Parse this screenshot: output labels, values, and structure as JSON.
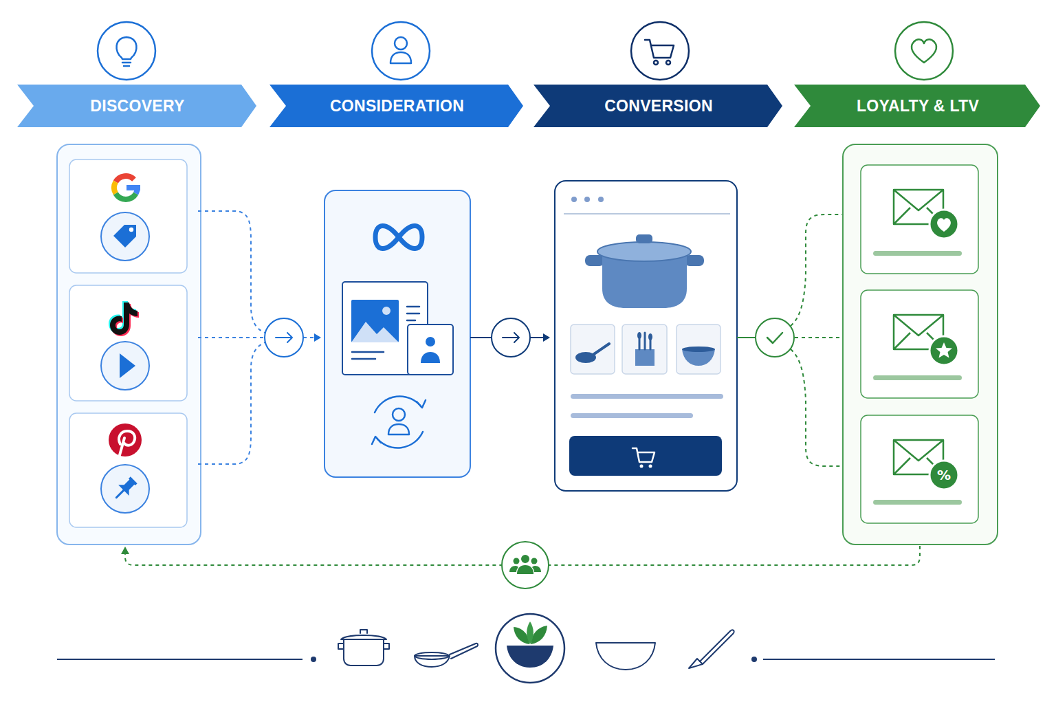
{
  "diagram": {
    "nodes": [
      {
        "text": [
          "DISCOVERY"
        ]
      },
      {
        "text": [
          "CONSIDERATION"
        ]
      },
      {
        "text": [
          "CONVERSION"
        ]
      },
      {
        "text": [
          "LOYALTY & LTV"
        ]
      }
    ],
    "labels": [
      "%"
    ]
  }
}
